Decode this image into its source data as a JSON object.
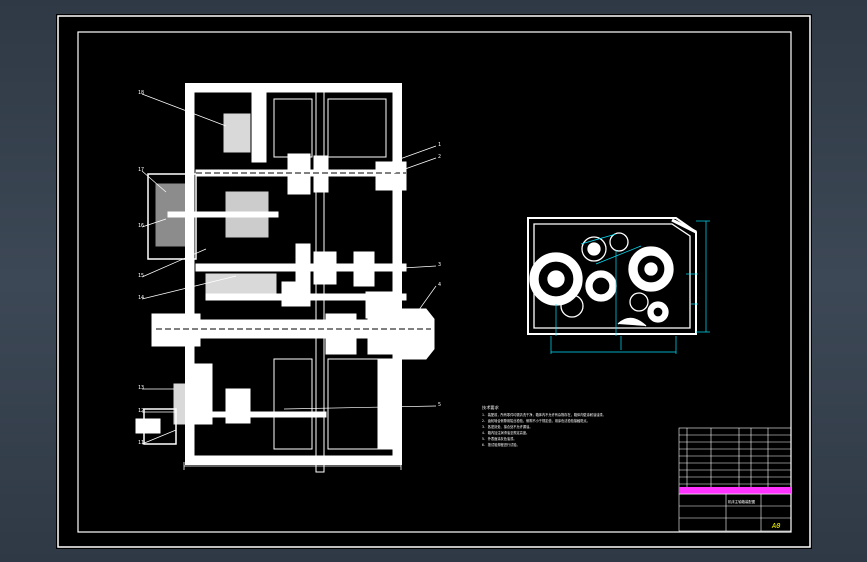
{
  "drawing": {
    "callouts_left": [
      "18",
      "17",
      "16",
      "15",
      "14",
      "13",
      "12",
      "11"
    ],
    "callouts_right": [
      "1",
      "2",
      "3",
      "4",
      "5"
    ],
    "notes_title": "技术要求",
    "notes": [
      "1. 装配前，所有零件均需清洗干净，箱体内不允许有杂物存在，箱体内壁涂耐油油漆。",
      "2. 齿轮啮合侧隙用铅丝检验，侧隙不小于规定值，用涂色法检验接触斑点。",
      "3. 各密封处、接合处不允许漏油。",
      "4. 箱内加注润滑油至规定高度。",
      "5. 外表面涂灰色油漆。",
      "6. 按试验规程进行试验。"
    ],
    "title_block": {
      "title": "机床主轴箱装配图",
      "scale": "A0"
    }
  },
  "colors": {
    "background": "#000000",
    "lines": "#ffffff",
    "dimensions": "#00e5ff",
    "accent": "#ff33ff",
    "highlight": "#ffff00"
  }
}
